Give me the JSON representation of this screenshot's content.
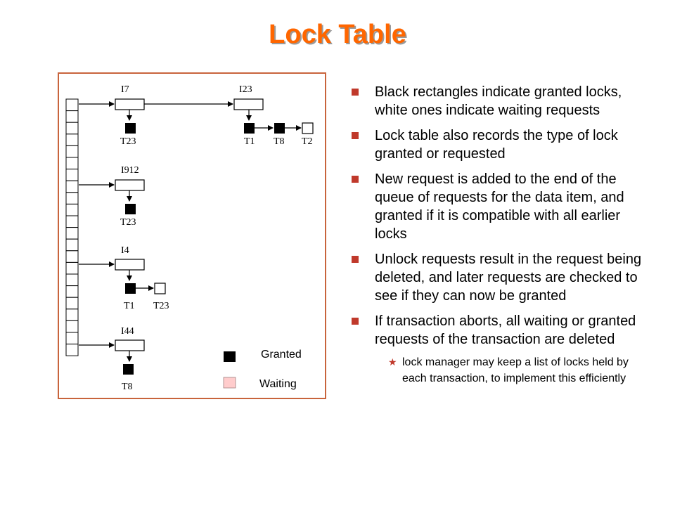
{
  "slide": {
    "title": "Lock Table"
  },
  "figure": {
    "items": [
      {
        "id": "I7",
        "transactions": [
          {
            "name": "T23",
            "state": "granted"
          }
        ]
      },
      {
        "id": "I23",
        "transactions": [
          {
            "name": "T1",
            "state": "granted"
          },
          {
            "name": "T8",
            "state": "granted"
          },
          {
            "name": "T2",
            "state": "waiting"
          }
        ]
      },
      {
        "id": "I912",
        "transactions": [
          {
            "name": "T23",
            "state": "granted"
          }
        ]
      },
      {
        "id": "I4",
        "transactions": [
          {
            "name": "T1",
            "state": "granted"
          },
          {
            "name": "T23",
            "state": "waiting"
          }
        ]
      },
      {
        "id": "I44",
        "transactions": [
          {
            "name": "T8",
            "state": "granted"
          }
        ]
      }
    ],
    "legend": {
      "granted_label": "Granted",
      "waiting_label": "Waiting",
      "granted_color": "#000000",
      "waiting_color": "#ffcccc"
    },
    "frame_color": "#c8643c"
  },
  "bullets": [
    {
      "text": "Black rectangles indicate granted locks, white ones indicate waiting requests"
    },
    {
      "text": "Lock table also records the type of lock granted or requested"
    },
    {
      "text": "New request is added to the end of the queue of requests for the data item, and granted if it is compatible with all earlier locks"
    },
    {
      "text": "Unlock requests result in the request being deleted, and later requests are checked to see if they can now be granted"
    },
    {
      "text": "If transaction aborts, all waiting or granted requests of the transaction are deleted"
    }
  ],
  "sub_bullets": [
    {
      "text": "lock manager may keep a list of locks held by each transaction, to implement this efficiently"
    }
  ],
  "colors": {
    "title": "#ff6600",
    "bullet_marker": "#c0392b"
  }
}
